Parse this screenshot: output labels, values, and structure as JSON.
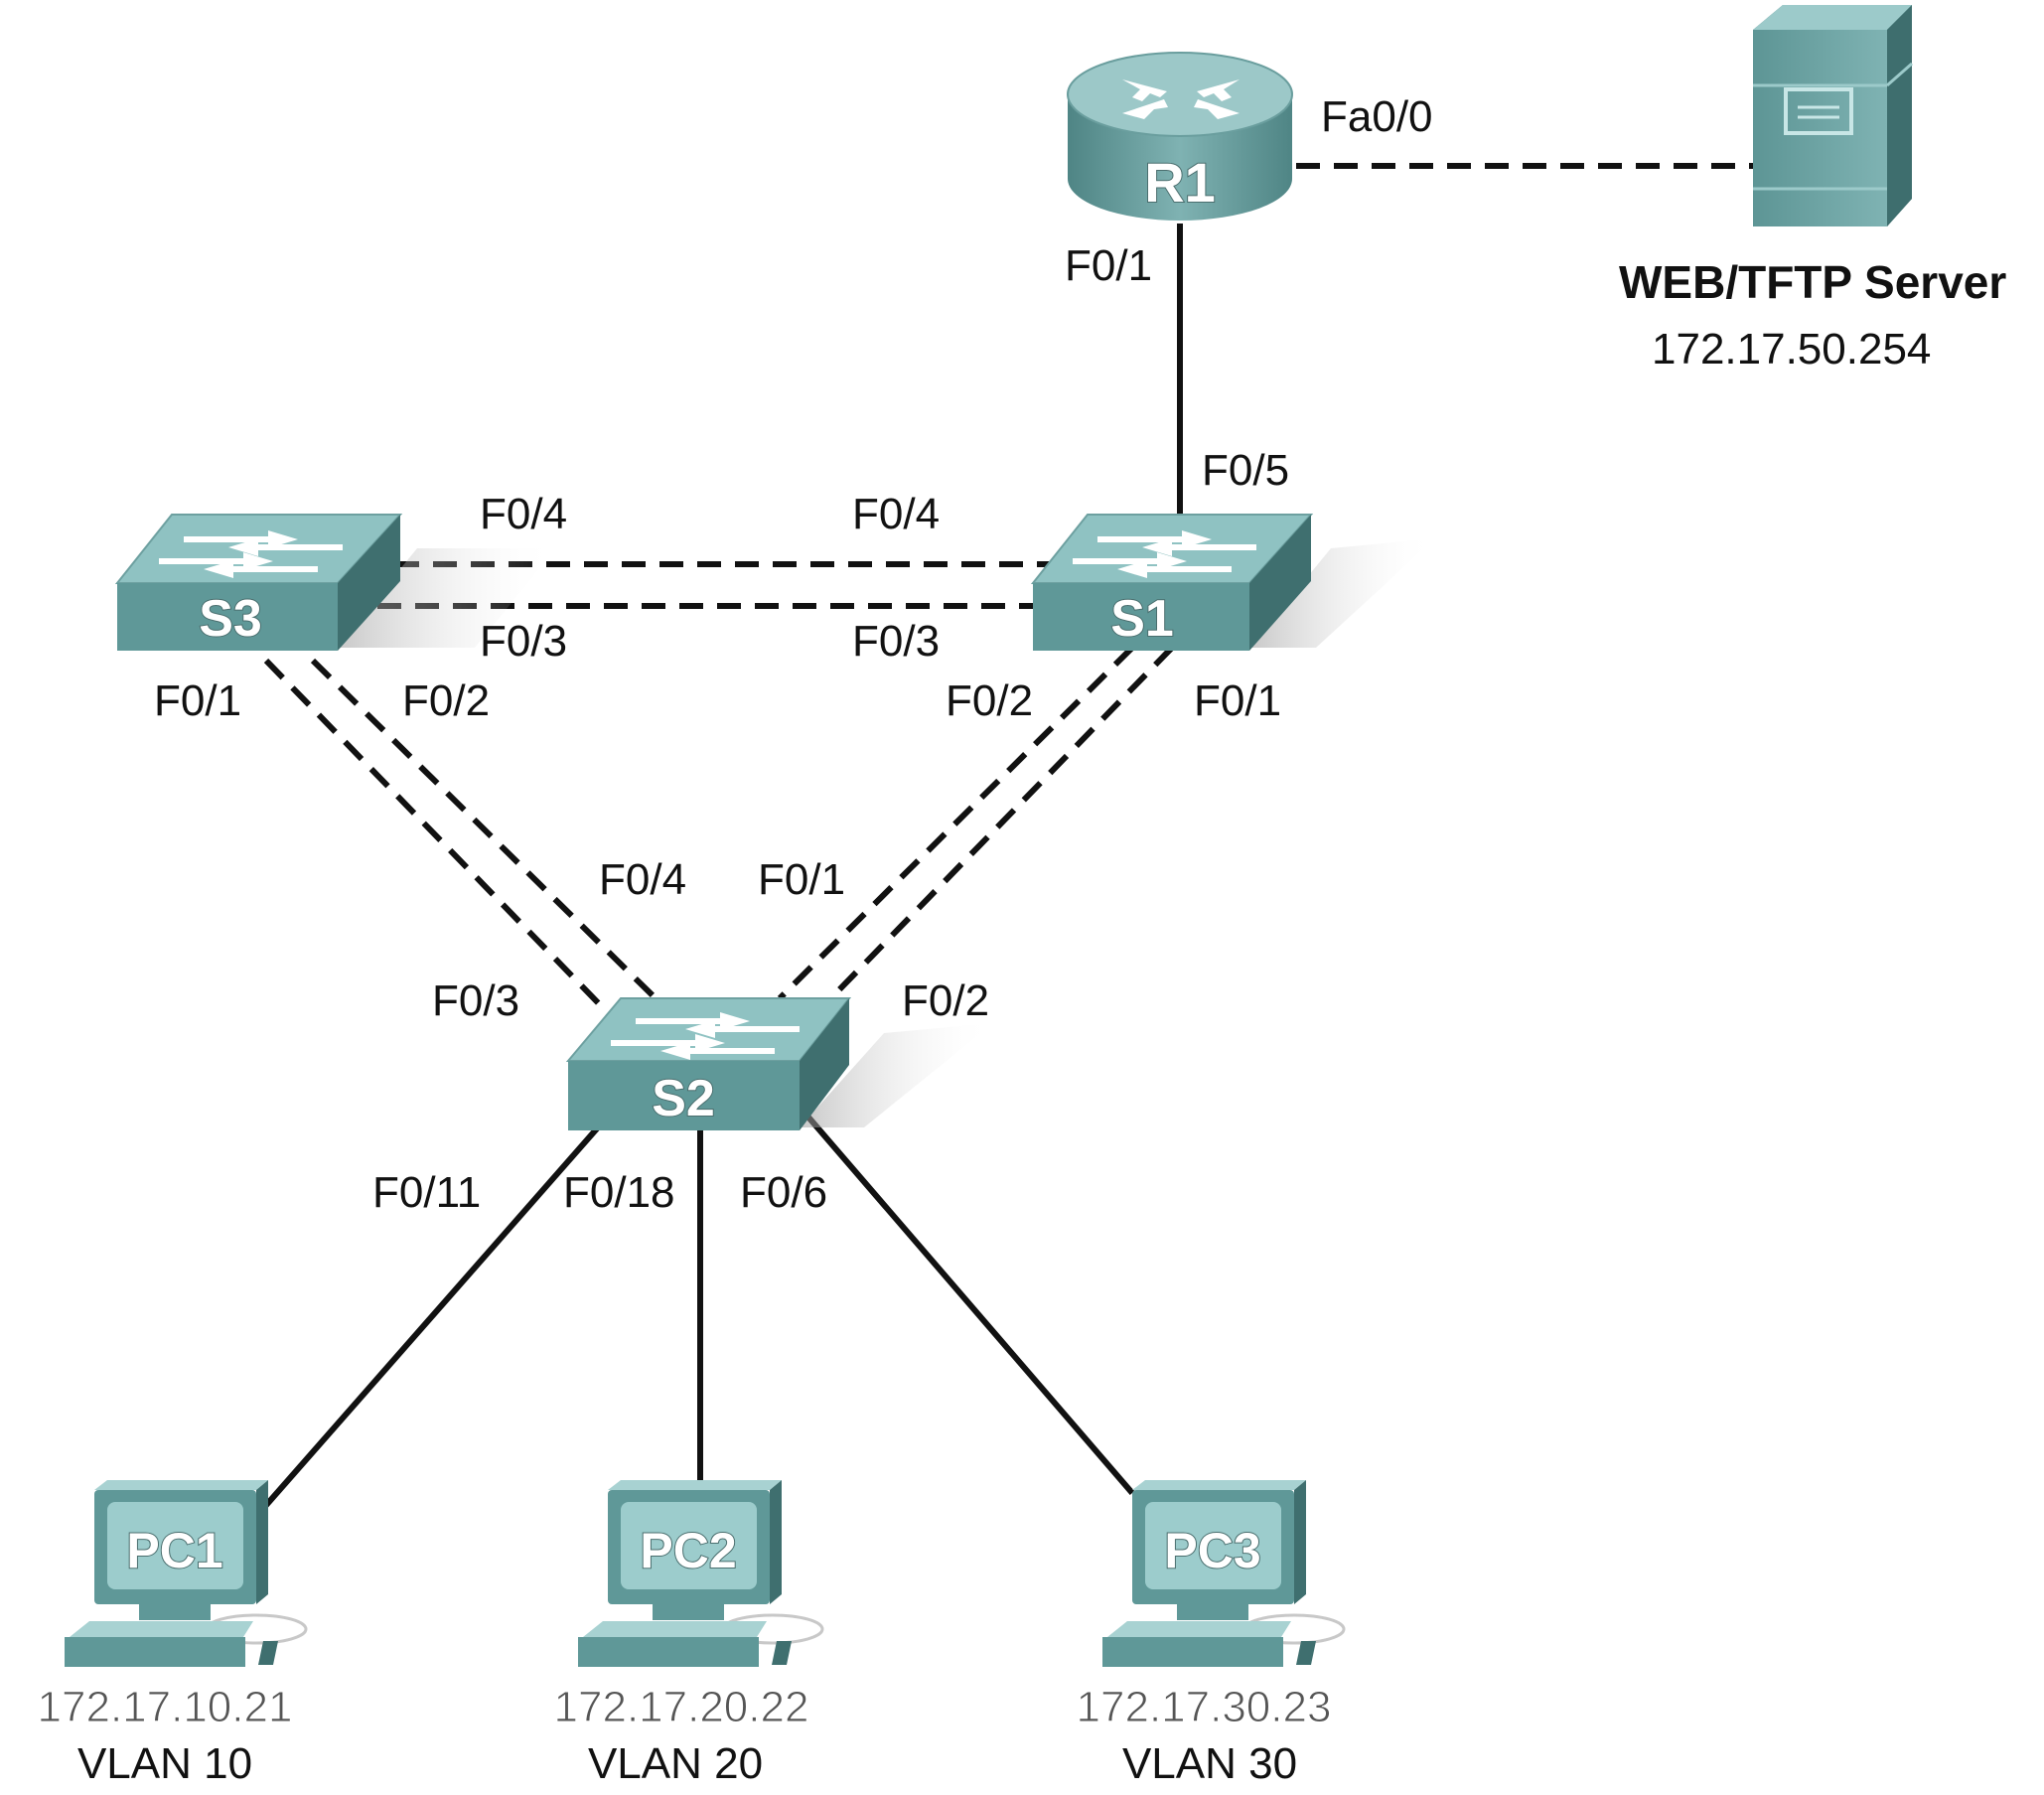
{
  "devices": {
    "r1": {
      "name": "R1"
    },
    "s1": {
      "name": "S1"
    },
    "s2": {
      "name": "S2"
    },
    "s3": {
      "name": "S3"
    },
    "pc1": {
      "name": "PC1",
      "ip": "172.17.10.21",
      "vlan": "VLAN 10"
    },
    "pc2": {
      "name": "PC2",
      "ip": "172.17.20.22",
      "vlan": "VLAN 20"
    },
    "pc3": {
      "name": "PC3",
      "ip": "172.17.30.23",
      "vlan": "VLAN 30"
    },
    "server": {
      "name": "WEB/TFTP Server",
      "ip": "172.17.50.254"
    }
  },
  "ports": {
    "r1_fa00": "Fa0/0",
    "r1_f01": "F0/1",
    "s1_f05": "F0/5",
    "s1_f04": "F0/4",
    "s1_f03": "F0/3",
    "s1_f02": "F0/2",
    "s1_f01": "F0/1",
    "s3_f04": "F0/4",
    "s3_f03": "F0/3",
    "s3_f01": "F0/1",
    "s3_f02": "F0/2",
    "s2_f04": "F0/4",
    "s2_f01": "F0/1",
    "s2_f03": "F0/3",
    "s2_f02": "F0/2",
    "s2_f011": "F0/11",
    "s2_f018": "F0/18",
    "s2_f06": "F0/6"
  },
  "colors": {
    "device_teal": "#5f9898",
    "device_top": "#8fc0c0",
    "device_dark": "#3f6f6f"
  }
}
